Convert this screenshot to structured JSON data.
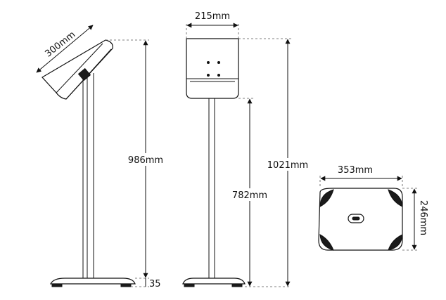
{
  "dimensions": {
    "side_panel_width": "300mm",
    "side_height": "986mm",
    "base_height": "35",
    "front_panel_width": "215mm",
    "front_total_height": "1021mm",
    "front_screen_bottom_height": "782mm",
    "base_width": "353mm",
    "base_depth": "246mm"
  },
  "colors": {
    "line": "#111111",
    "dashed": "#555555",
    "fill_dark": "#1b1b1b"
  }
}
